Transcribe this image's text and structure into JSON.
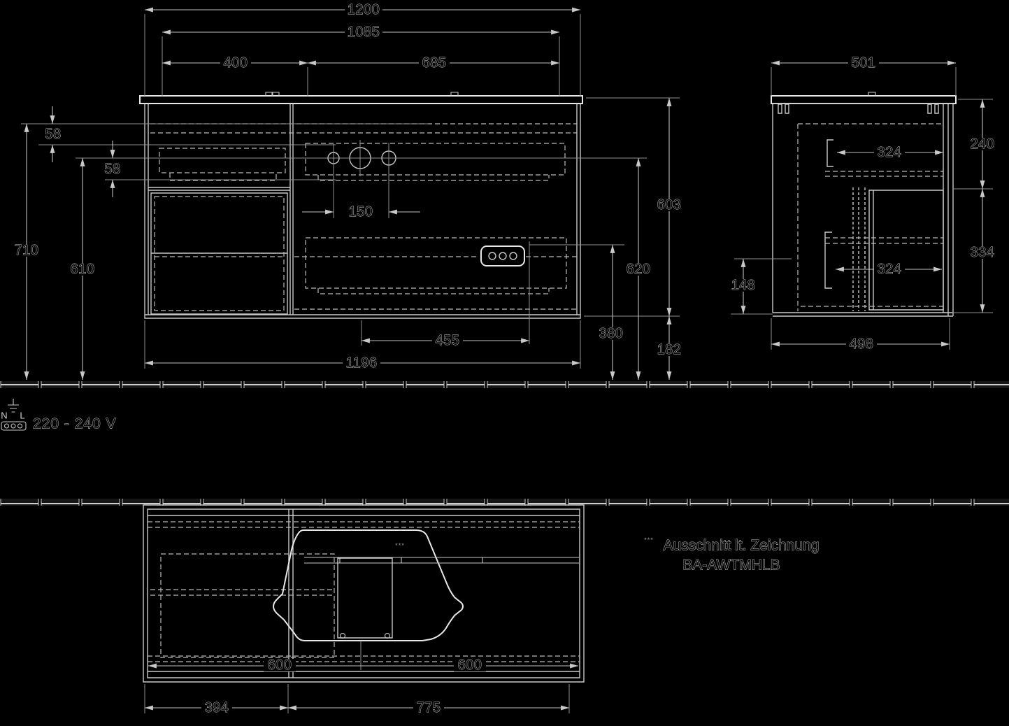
{
  "colors": {
    "background": "#000000",
    "line_bright": "#e8e8e8",
    "line": "#c9c9c9",
    "dimension": "#bfbfbf",
    "text_outline": "#cfcfcf"
  },
  "front_view": {
    "dims": {
      "total_width": "1200",
      "inner_width": "1085",
      "left_section_width": "400",
      "right_section_width": "685",
      "top_offset_upper": "58",
      "top_offset_lower": "58",
      "height_to_floor": "710",
      "tap_to_floor": "610",
      "tap_hole_spacing": "150",
      "cabinet_height": "603",
      "rim_to_floor": "620",
      "socket_to_floor": "380",
      "floor_clearance": "182",
      "drain_to_socket": "455",
      "body_width": "1196"
    }
  },
  "side_view": {
    "dims": {
      "total_depth": "501",
      "upper_section_height": "240",
      "upper_inner_depth": "324",
      "lower_section_height": "334",
      "lower_inner_depth": "324",
      "rear_recess_height": "148",
      "bottom_depth": "498"
    }
  },
  "plan_view": {
    "dims": {
      "left_spacing": "600",
      "right_spacing": "600",
      "left_width": "394",
      "right_width": "775"
    }
  },
  "electrical": {
    "neutral_label": "N",
    "line_label": "L",
    "voltage": "220 - 240 V"
  },
  "note": {
    "marker": "***",
    "line1": "Ausschnitt lt. Zeichnung",
    "line2": "BA-AWTMHLB"
  }
}
